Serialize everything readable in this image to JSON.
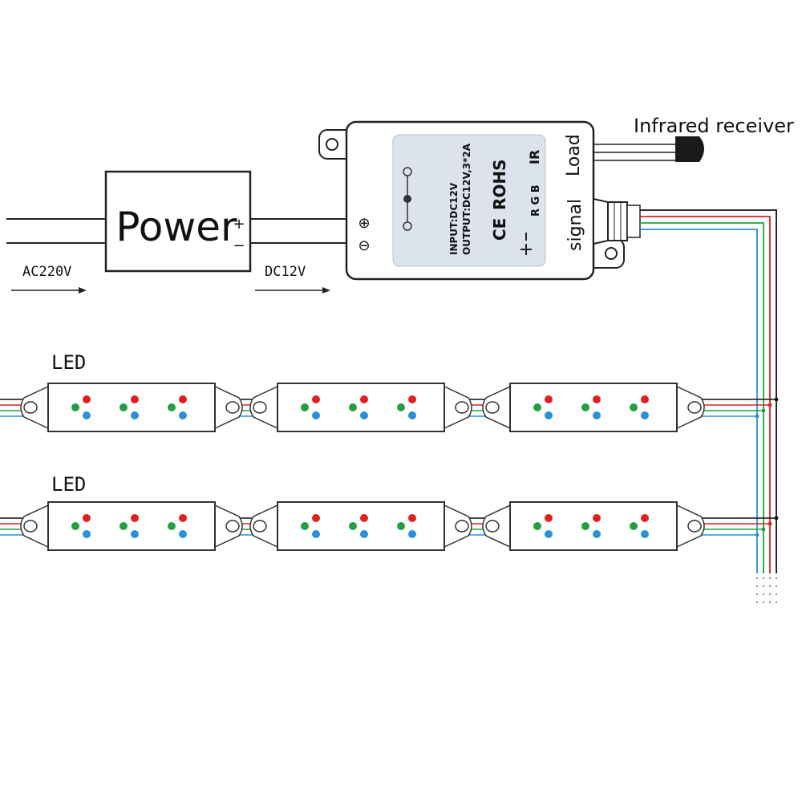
{
  "power": {
    "label": "Power",
    "plus": "+",
    "minus": "−"
  },
  "input_voltage": "AC220V",
  "output_voltage": "DC12V",
  "controller": {
    "input_spec": "INPUT:DC12V",
    "output_spec": "OUTPUT:DC12V,3*2A",
    "ce": "CE",
    "rohs": "ROHS",
    "ir": "IR",
    "rgb": "R G B",
    "plus_symbol": "⊕",
    "minus_symbol": "⊖",
    "load_label": "Load",
    "signal_label": "signal"
  },
  "infrared_receiver": "Infrared receiver",
  "led_rows": [
    {
      "label": "LED"
    },
    {
      "label": "LED"
    }
  ],
  "colors": {
    "red": "#e02020",
    "green": "#22a040",
    "blue": "#2a90d8",
    "black": "#111111",
    "panel": "#dde3ec"
  }
}
